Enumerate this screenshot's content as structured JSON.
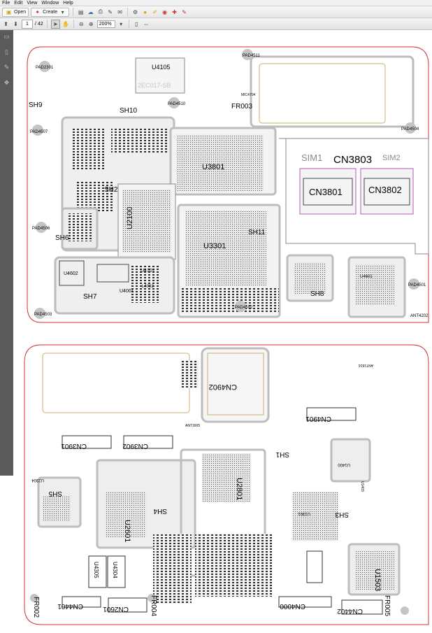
{
  "menu": [
    "File",
    "Edit",
    "View",
    "Window",
    "Help"
  ],
  "toolbar": {
    "open_label": "Open",
    "create_label": "Create"
  },
  "nav": {
    "page_current": "1",
    "page_total": "/ 42",
    "zoom": "200%"
  },
  "top_panel": {
    "watermark": "2EC017-SB",
    "labels": [
      "U4105",
      "PAD4511",
      "PAD2301",
      "PAD4510",
      "FR003",
      "SH9",
      "SH10",
      "PAD4507",
      "U3801",
      "SIM1",
      "CN3803",
      "SIM2",
      "CN3801",
      "CN3802",
      "SH2",
      "U2100",
      "PAD4506",
      "SH6",
      "SH11",
      "U3301",
      "U4602",
      "U4001",
      "U4101",
      "L4002",
      "U4601",
      "PAD4501",
      "SH7",
      "SH8",
      "PAD4502",
      "PAD4503",
      "ANT4202",
      "MIC4704",
      "PAD4504"
    ]
  },
  "bottom_panel": {
    "labels": [
      "CN4902",
      "ANT1605",
      "CN4901",
      "CN3901",
      "CN3902",
      "SH1",
      "U2801",
      "U1400",
      "SH5",
      "U2601",
      "SH4",
      "U1301",
      "SH3",
      "U1503",
      "FR002",
      "CN4401",
      "CN2601",
      "FR004",
      "CN4000",
      "CN4402",
      "FR005",
      "U4305",
      "U4304",
      "U2304",
      "U1403",
      "ANT1616"
    ]
  }
}
